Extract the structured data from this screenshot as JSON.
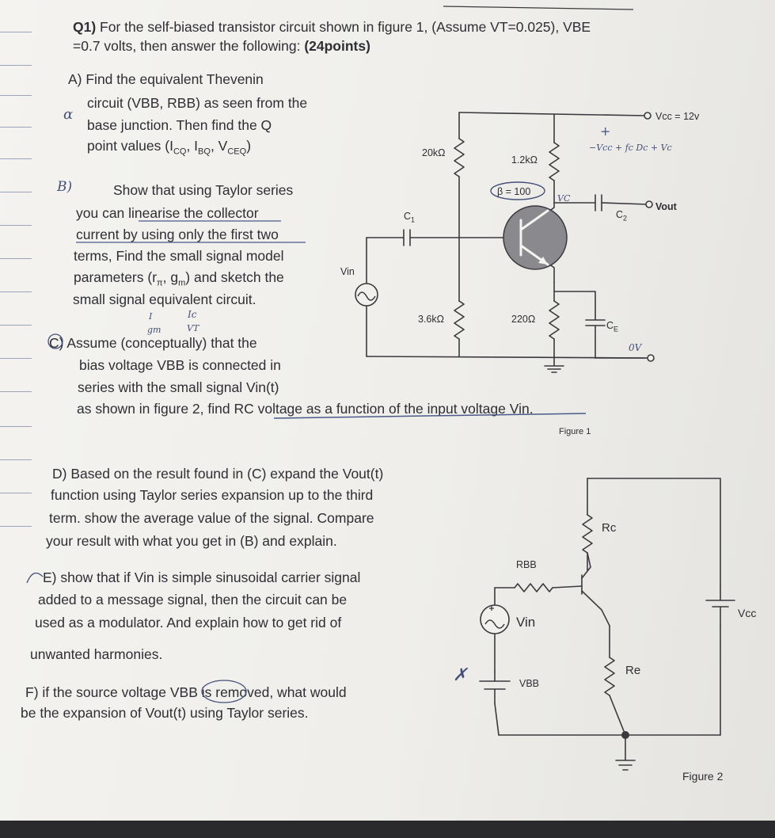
{
  "question": {
    "header_bold": "Q1)",
    "header_rest": " For the self-biased transistor circuit shown in figure 1, (Assume VT=0.025), VBE",
    "header_line2": "=0.7 volts, then answer the following: ",
    "points": "(24points)"
  },
  "part_a": {
    "lines": [
      "A) Find the equivalent Thevenin",
      "circuit (VBB, RBB) as seen from the",
      "base junction. Then find the Q",
      "point values (I",
      "CQ",
      ", I",
      "BQ",
      ", V",
      "CEQ",
      ")"
    ]
  },
  "part_b": {
    "label": "B)",
    "lines": [
      "Show that using Taylor series",
      "you can linearise the collector",
      "current by using only the first two",
      "terms, Find the small signal model",
      "parameters (r",
      "π",
      ", g",
      "m",
      ") and sketch the",
      "small signal equivalent circuit."
    ]
  },
  "part_c": {
    "label": "C) Assume (conceptually) that the",
    "lines": [
      "bias voltage VBB is connected in",
      "series with the small signal Vin(t)",
      "as shown in figure 2, find RC voltage as a function of the input voltage Vin."
    ]
  },
  "part_d": {
    "lines": [
      "D) Based on the result found in (C) expand the Vout(t)",
      "function using Taylor series expansion up to the third",
      "term. show the average value of the signal. Compare",
      "your result with what you get in (B) and explain."
    ]
  },
  "part_e": {
    "lines": [
      "E) show that if Vin is simple sinusoidal carrier signal",
      "added to a message signal, then the circuit can be",
      "used as a modulator. And explain how to get rid of",
      "unwanted harmonies."
    ]
  },
  "part_f": {
    "lines": [
      "F) if the source voltage VBB is removed, what would",
      "be the expansion of Vout(t) using Taylor series."
    ]
  },
  "figure1": {
    "caption": "Figure 1",
    "r1": "20kΩ",
    "r2": "3.6kΩ",
    "rc": "1.2kΩ",
    "re": "220Ω",
    "c1": "C",
    "c1_sub": "1",
    "c2": "C",
    "c2_sub": "2",
    "ce": "C",
    "ce_sub": "E",
    "vcc": "Vcc = 12v",
    "vout": "Vout",
    "vin": "Vin",
    "beta": "β = 100"
  },
  "figure2": {
    "caption": "Figure 2",
    "rc": "Rc",
    "re": "Re",
    "rbb": "RBB",
    "vin": "Vin",
    "vbb": "VBB",
    "vcc": "Vcc"
  },
  "handwritten": {
    "alpha": "α",
    "vc_plus": "+",
    "vc_expr": "−Vcc + fc Dc + Vc",
    "vc_mark": "VC",
    "ov": "0V",
    "ib": "I",
    "ic": "Ic",
    "gm": "gm",
    "vt": "VT",
    "cross": "✗"
  },
  "colors": {
    "ink": "#2e2e34",
    "pen": "#45507a",
    "transistor": "#8a8a8e",
    "wire": "#3a3a3e"
  }
}
